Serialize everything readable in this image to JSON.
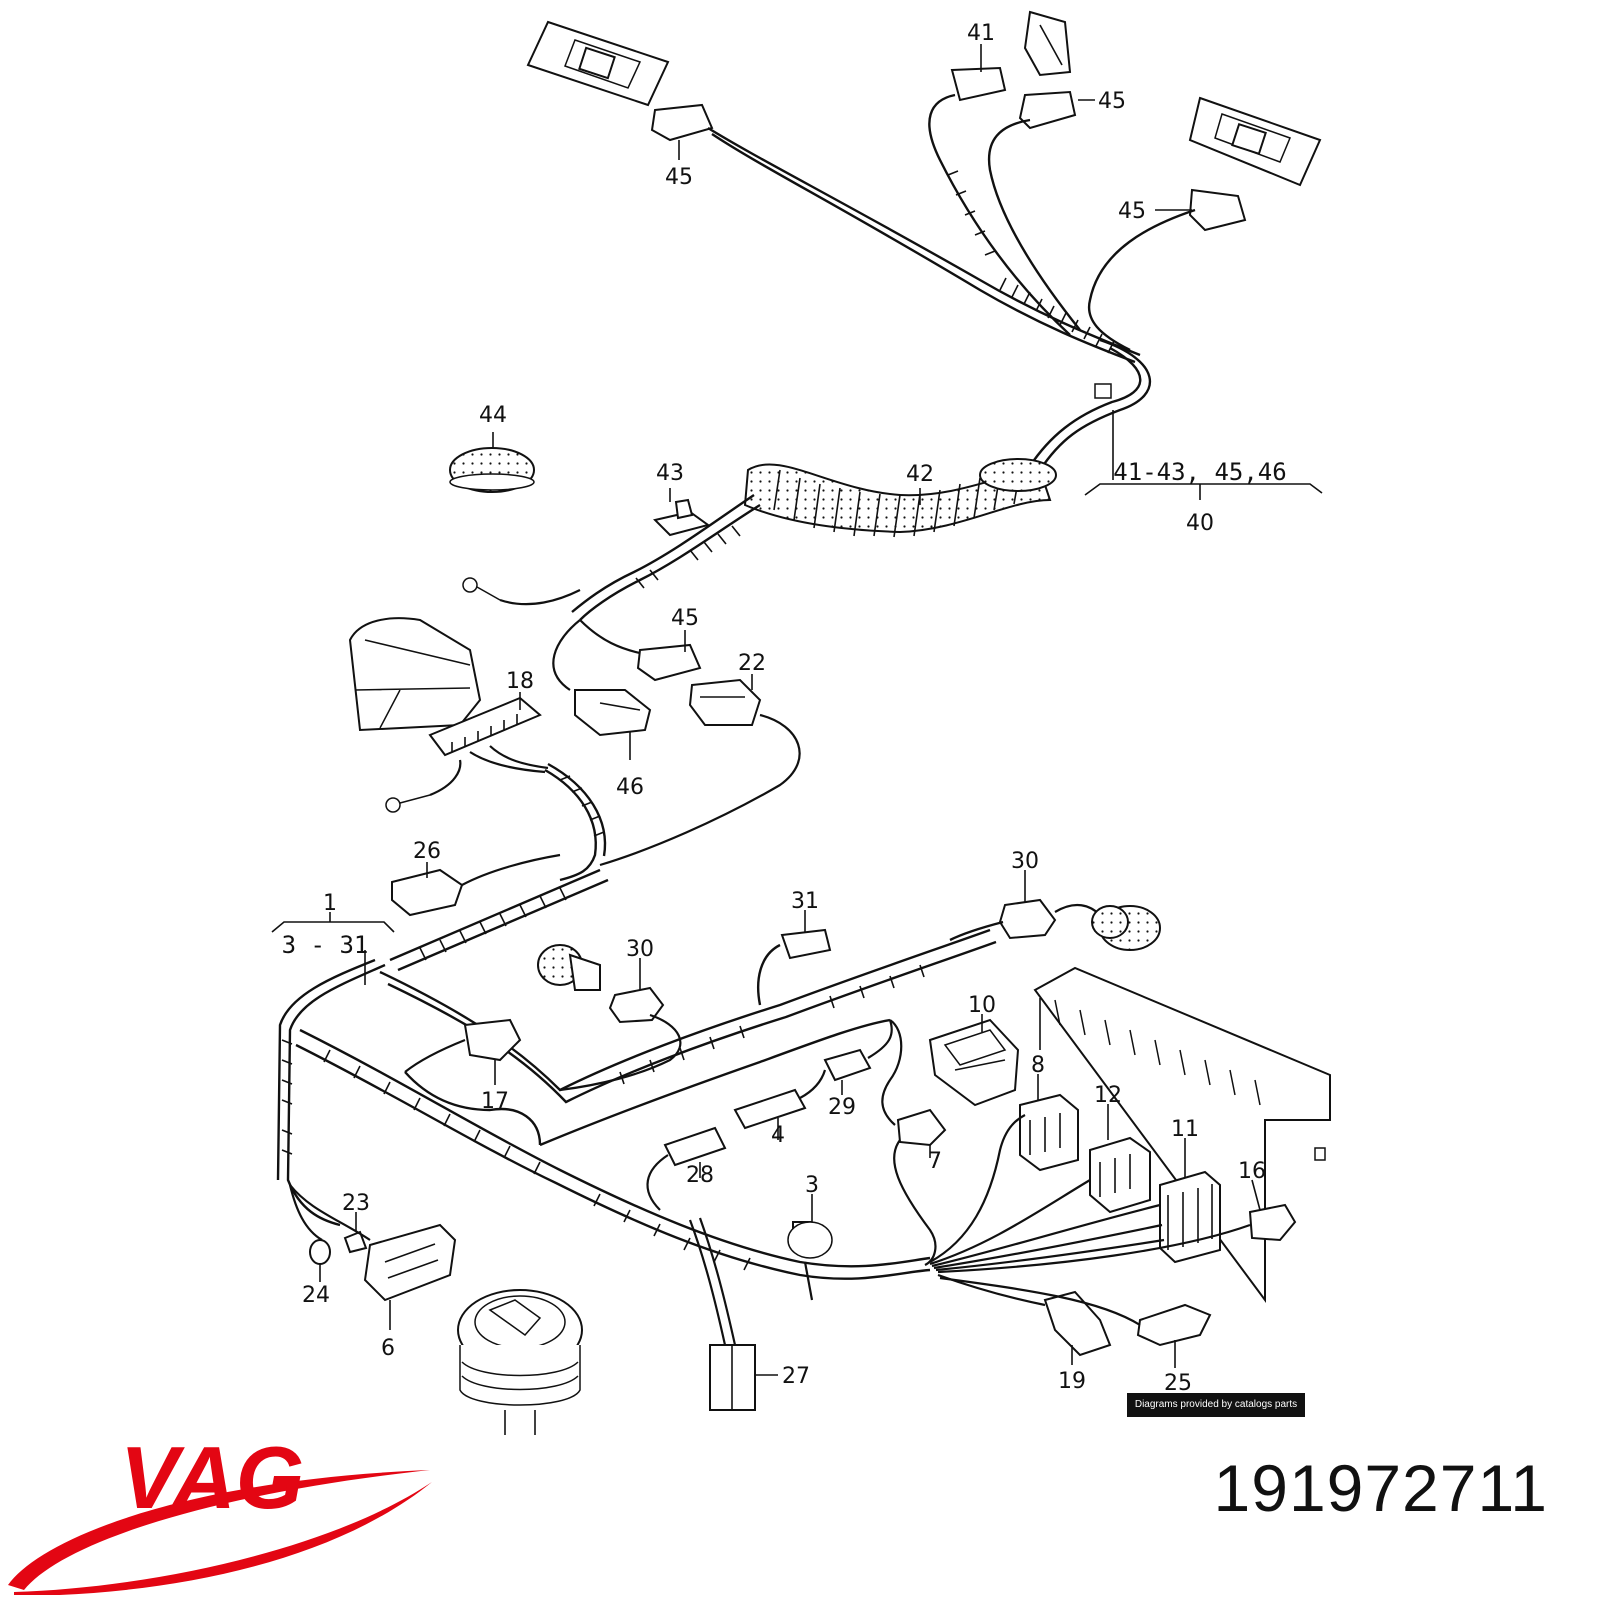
{
  "callouts": [
    {
      "id": "c41",
      "text": "41"
    },
    {
      "id": "c45a",
      "text": "45"
    },
    {
      "id": "c45b",
      "text": "45"
    },
    {
      "id": "c45c",
      "text": "45"
    },
    {
      "id": "c44",
      "text": "44"
    },
    {
      "id": "c43",
      "text": "43"
    },
    {
      "id": "c42",
      "text": "42"
    },
    {
      "id": "c45d",
      "text": "45"
    },
    {
      "id": "c18",
      "text": "18"
    },
    {
      "id": "c22",
      "text": "22"
    },
    {
      "id": "c46",
      "text": "46"
    },
    {
      "id": "c26",
      "text": "26"
    },
    {
      "id": "c1",
      "text": "1"
    },
    {
      "id": "c30a",
      "text": "30"
    },
    {
      "id": "c31",
      "text": "31"
    },
    {
      "id": "c30b",
      "text": "30"
    },
    {
      "id": "c10",
      "text": "10"
    },
    {
      "id": "c8",
      "text": "8"
    },
    {
      "id": "c12",
      "text": "12"
    },
    {
      "id": "c11",
      "text": "11"
    },
    {
      "id": "c17",
      "text": "17"
    },
    {
      "id": "c29",
      "text": "29"
    },
    {
      "id": "c4",
      "text": "4"
    },
    {
      "id": "c7",
      "text": "7"
    },
    {
      "id": "c28",
      "text": "28"
    },
    {
      "id": "c3",
      "text": "3"
    },
    {
      "id": "c16",
      "text": "16"
    },
    {
      "id": "c23",
      "text": "23"
    },
    {
      "id": "c24",
      "text": "24"
    },
    {
      "id": "c6",
      "text": "6"
    },
    {
      "id": "c27",
      "text": "27"
    },
    {
      "id": "c19",
      "text": "19"
    },
    {
      "id": "c25",
      "text": "25"
    }
  ],
  "groups": {
    "upper_range": "41-43, 45,46",
    "upper_assembly": "40",
    "main_assembly": "1",
    "main_range": "3 - 31"
  },
  "credit": "Diagrams provided by catalogs parts",
  "brand": {
    "name": "VAG",
    "color": "#e30613"
  },
  "part_number": "191972711"
}
